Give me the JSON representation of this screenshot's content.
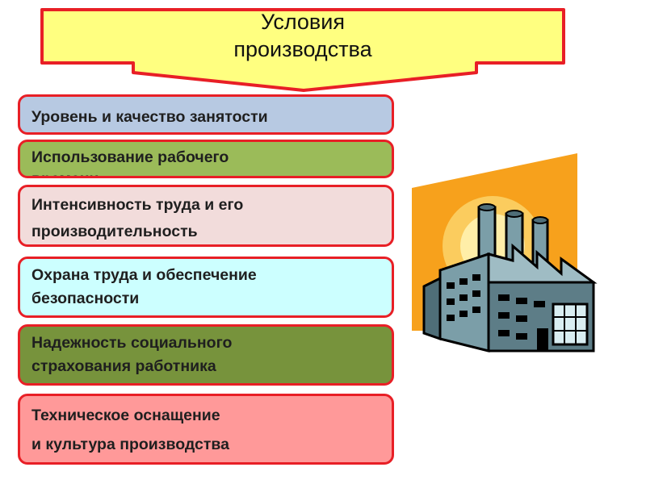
{
  "banner": {
    "title_line1": "Условия",
    "title_line2": "производства",
    "fill_color": "#ffff80",
    "border_color": "#e81f26"
  },
  "conditions": [
    {
      "lines": [
        "Уровень и качество занятости"
      ],
      "color": "#b7c9e2"
    },
    {
      "lines": [
        "Использование рабочего",
        "времени"
      ],
      "color": "#9bbb59"
    },
    {
      "lines": [
        "Интенсивность труда и его",
        "производительность"
      ],
      "color": "#f2dcdb"
    },
    {
      "lines": [
        "Охрана труда и обеспечение",
        "безопасности"
      ],
      "color": "#ccffff"
    },
    {
      "lines": [
        "Надежность социального",
        "страхования работника"
      ],
      "color": "#77933c"
    },
    {
      "lines": [
        "Техническое оснащение",
        "и культура производства"
      ],
      "color": "#ff9999"
    }
  ],
  "factory": {
    "icon": "factory-icon",
    "background_color": "#f7a11c",
    "building_color": "#7b9ea8"
  }
}
